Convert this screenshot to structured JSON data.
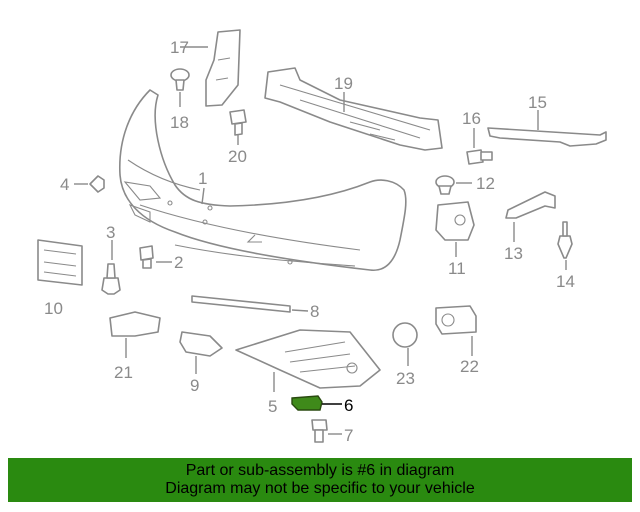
{
  "diagram": {
    "highlight_color": "#3f8a1a",
    "callouts": [
      {
        "id": "1",
        "label": "1"
      },
      {
        "id": "2",
        "label": "2"
      },
      {
        "id": "3",
        "label": "3"
      },
      {
        "id": "4",
        "label": "4"
      },
      {
        "id": "5",
        "label": "5"
      },
      {
        "id": "6",
        "label": "6"
      },
      {
        "id": "7",
        "label": "7"
      },
      {
        "id": "8",
        "label": "8"
      },
      {
        "id": "9",
        "label": "9"
      },
      {
        "id": "10",
        "label": "10"
      },
      {
        "id": "11",
        "label": "11"
      },
      {
        "id": "12",
        "label": "12"
      },
      {
        "id": "13",
        "label": "13"
      },
      {
        "id": "14",
        "label": "14"
      },
      {
        "id": "15",
        "label": "15"
      },
      {
        "id": "16",
        "label": "16"
      },
      {
        "id": "17",
        "label": "17"
      },
      {
        "id": "18",
        "label": "18"
      },
      {
        "id": "19",
        "label": "19"
      },
      {
        "id": "20",
        "label": "20"
      },
      {
        "id": "21",
        "label": "21"
      },
      {
        "id": "22",
        "label": "22"
      },
      {
        "id": "23",
        "label": "23"
      }
    ]
  },
  "banner": {
    "line1": "Part or sub-assembly is #6 in diagram",
    "line2": "Diagram may not be specific to your vehicle",
    "background": "#2a8a10"
  }
}
